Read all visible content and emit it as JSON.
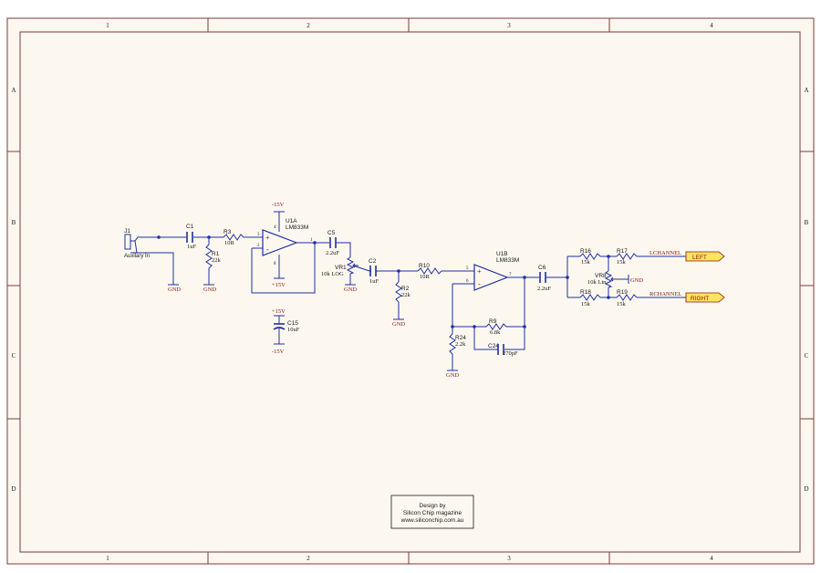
{
  "sheet": {
    "colors": {
      "paper": "#fcf8ef",
      "frame": "#7a3b3b",
      "wire": "#1f2ea8",
      "component": "#1f2ea8",
      "label_red": "#8b1010",
      "label_blue": "#1f2ea8",
      "port_fill": "#ffe45c",
      "port_stroke": "#8b1010",
      "text": "#1a1a1a"
    },
    "border": {
      "columns": [
        "1",
        "2",
        "3",
        "4"
      ],
      "rows": [
        "A",
        "B",
        "C",
        "D"
      ]
    },
    "title_block": {
      "line1": "Design by",
      "line2": "Silicon Chip magazine",
      "line3": "www.siliconchip.com.au"
    }
  },
  "schematic": {
    "input": {
      "ref": "J1",
      "desc": "Auxilary In"
    },
    "c1": {
      "ref": "C1",
      "value": "1uF"
    },
    "r1": {
      "ref": "R1",
      "value": "22k"
    },
    "r3": {
      "ref": "R3",
      "value": "10R"
    },
    "u1a": {
      "ref": "U1A",
      "part": "LM833M",
      "pin_in_pos": "3",
      "pin_in_neg": "2",
      "pin_out": "1",
      "pin_vneg": "4",
      "pin_vpos": "8",
      "plus": "+",
      "minus": "-",
      "neg_rail": "-15V",
      "pos_rail": "+15V"
    },
    "c15": {
      "ref": "C15",
      "value": "10uF",
      "top": "+15V",
      "bottom": "-15V"
    },
    "c5": {
      "ref": "C5",
      "value": "2.2uF"
    },
    "vr1": {
      "ref": "VR1",
      "value": "10k LOG"
    },
    "c2": {
      "ref": "C2",
      "value": "1uF"
    },
    "r2": {
      "ref": "R2",
      "value": "22k"
    },
    "r10": {
      "ref": "R10",
      "value": "10R"
    },
    "u1b": {
      "ref": "U1B",
      "part": "LM833M",
      "pin_in_pos": "5",
      "pin_in_neg": "6",
      "pin_out": "7",
      "plus": "+",
      "minus": "-"
    },
    "r9": {
      "ref": "R9",
      "value": "6.8k"
    },
    "c24": {
      "ref": "C24",
      "value": "270pF"
    },
    "r24": {
      "ref": "R24",
      "value": "2.2k"
    },
    "c6": {
      "ref": "C6",
      "value": "2.2uF"
    },
    "r16": {
      "ref": "R16",
      "value": "15k"
    },
    "r17": {
      "ref": "R17",
      "value": "15k"
    },
    "r18": {
      "ref": "R18",
      "value": "15k"
    },
    "r19": {
      "ref": "R19",
      "value": "15k"
    },
    "vr8": {
      "ref": "VR8",
      "value": "10k Lin"
    },
    "gnd_label": "GND",
    "net_left": "LCHANNEL",
    "net_right": "RCHANNEL",
    "port_left": "LEFT",
    "port_right": "RIGHT"
  }
}
